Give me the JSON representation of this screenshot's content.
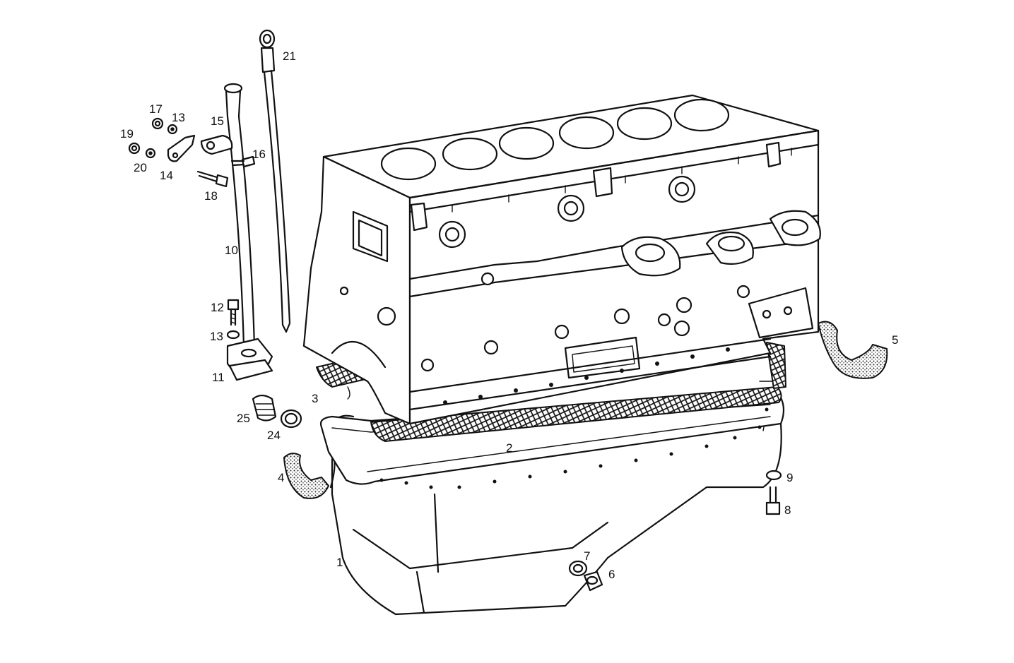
{
  "callouts": [
    {
      "id": "1",
      "text": "1"
    },
    {
      "id": "2",
      "text": "2"
    },
    {
      "id": "3",
      "text": "3"
    },
    {
      "id": "4",
      "text": "4"
    },
    {
      "id": "5",
      "text": "5"
    },
    {
      "id": "6",
      "text": "6"
    },
    {
      "id": "7",
      "text": "7"
    },
    {
      "id": "8",
      "text": "8"
    },
    {
      "id": "9",
      "text": "9"
    },
    {
      "id": "10",
      "text": "10"
    },
    {
      "id": "11",
      "text": "11"
    },
    {
      "id": "12",
      "text": "12"
    },
    {
      "id": "13a",
      "text": "13"
    },
    {
      "id": "13b",
      "text": "13"
    },
    {
      "id": "14",
      "text": "14"
    },
    {
      "id": "15",
      "text": "15"
    },
    {
      "id": "16",
      "text": "16"
    },
    {
      "id": "17",
      "text": "17"
    },
    {
      "id": "18",
      "text": "18"
    },
    {
      "id": "19",
      "text": "19"
    },
    {
      "id": "20",
      "text": "20"
    },
    {
      "id": "21",
      "text": "21"
    },
    {
      "id": "24",
      "text": "24"
    },
    {
      "id": "25",
      "text": "25"
    }
  ]
}
